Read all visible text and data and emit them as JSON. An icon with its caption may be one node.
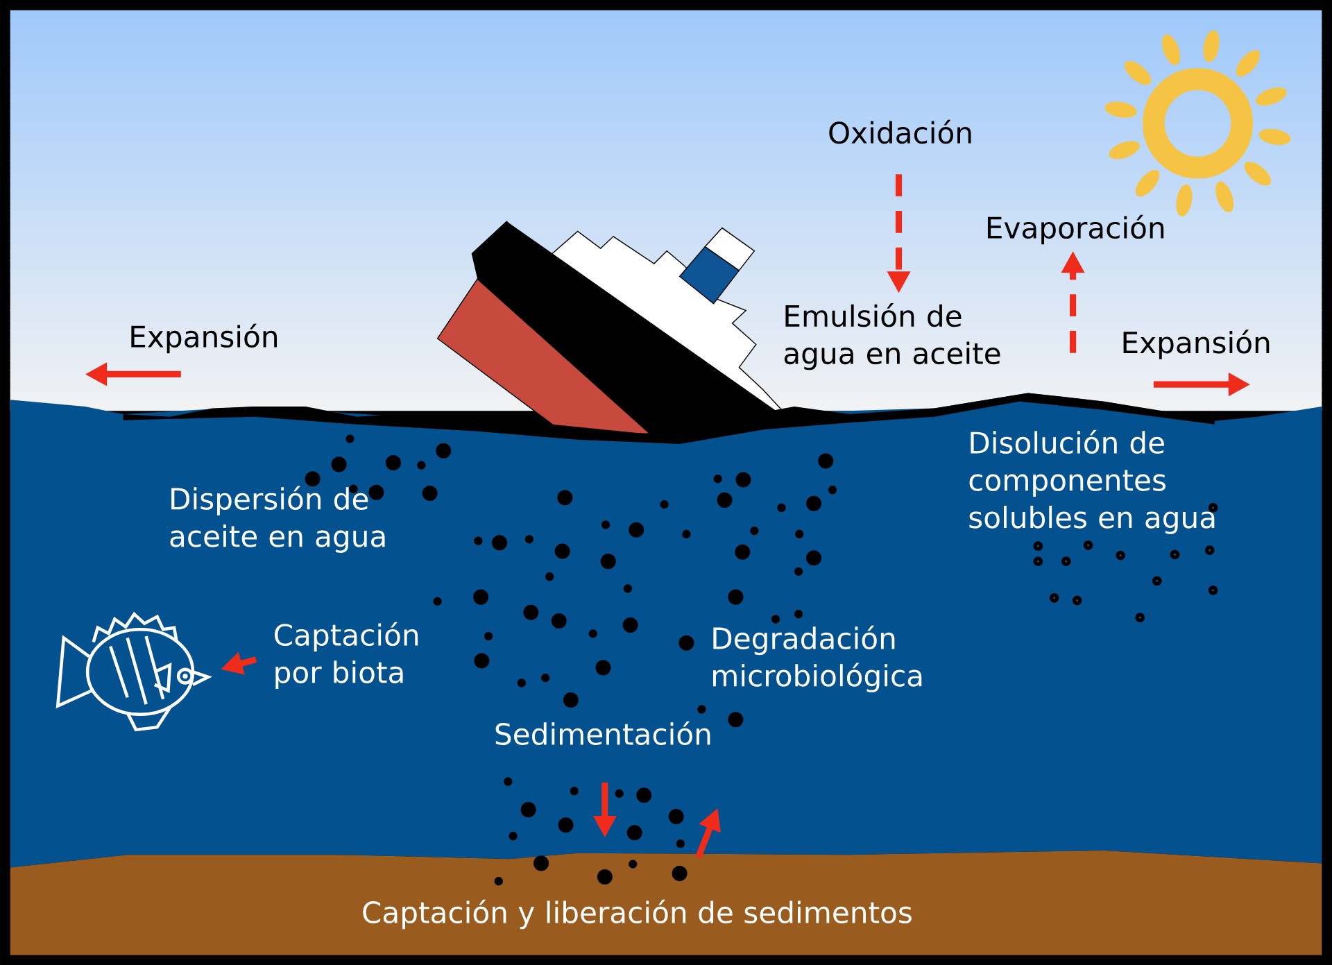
{
  "diagram": {
    "nodes": [
      {
        "text": [
          "Captación por biota"
        ]
      },
      {
        "text": [],
        "shape": "picture"
      }
    ],
    "edges": [
      {
        "from": 0,
        "to": 1,
        "arrow": "to",
        "color": "#ef2b1c"
      }
    ],
    "labels": [
      "Oxidación",
      "Evaporación",
      "Emulsión de agua en aceite",
      "Expansión",
      "Expansión",
      "Disolución de componentes solubles en agua",
      "Dispersión de aceite en agua",
      "Degradación microbiológica",
      "Sedimentación",
      "Captación y liberación de sedimentos"
    ]
  }
}
